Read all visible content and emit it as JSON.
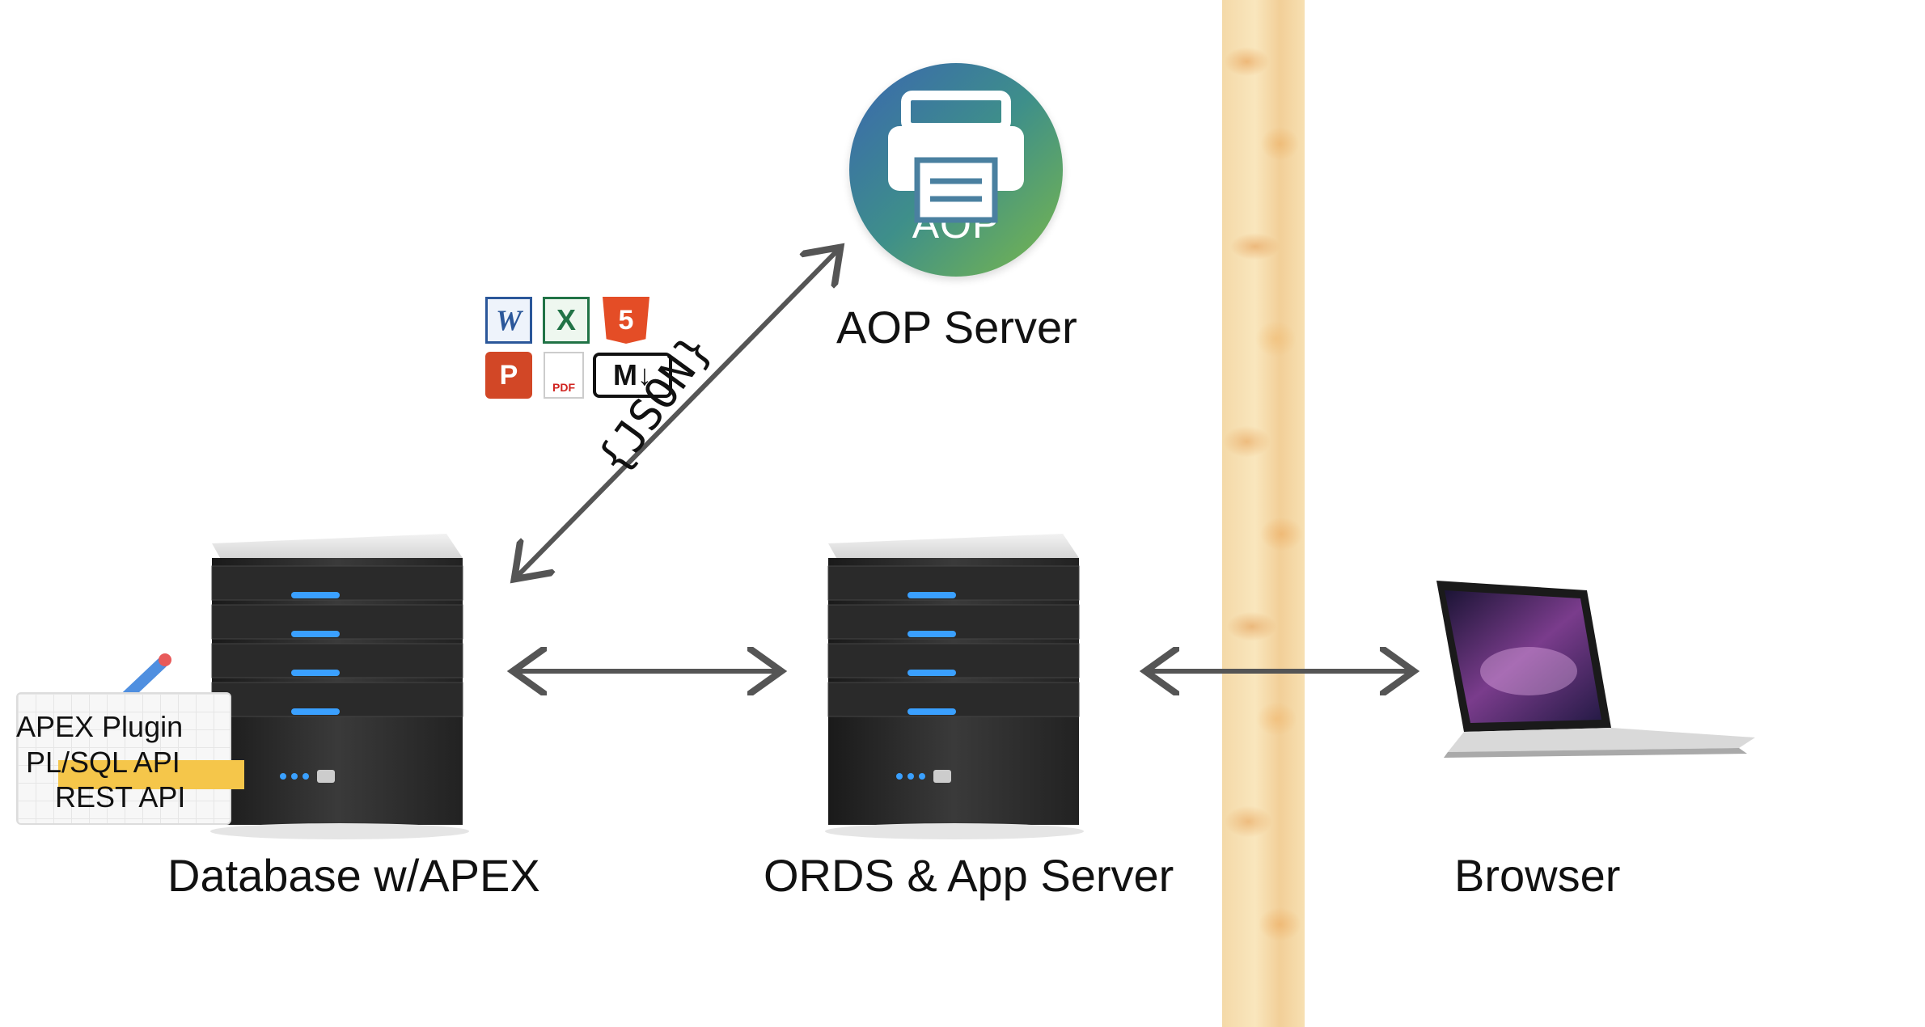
{
  "nodes": {
    "aop_server": {
      "label": "AOP Server",
      "logo_text": "AOP"
    },
    "database": {
      "label": "Database w/APEX"
    },
    "ords": {
      "label": "ORDS & App Server"
    },
    "browser": {
      "label": "Browser"
    }
  },
  "connector": {
    "json_label": "{JSON}"
  },
  "api_card": {
    "lines": [
      "APEX Plugin",
      "PL/SQL API",
      "REST API"
    ]
  },
  "formats": [
    "word-icon",
    "excel-icon",
    "html5-icon",
    "powerpoint-icon",
    "pdf-icon",
    "markdown-icon"
  ],
  "format_text": {
    "word": "W",
    "excel": "X",
    "html": "5",
    "ppt": "P",
    "pdf": "PDF",
    "md": "M↓"
  },
  "colors": {
    "aop_blue": "#3a66b0",
    "aop_green": "#7ab84a",
    "server_led": "#3aa0ff",
    "arrow": "#555555"
  }
}
